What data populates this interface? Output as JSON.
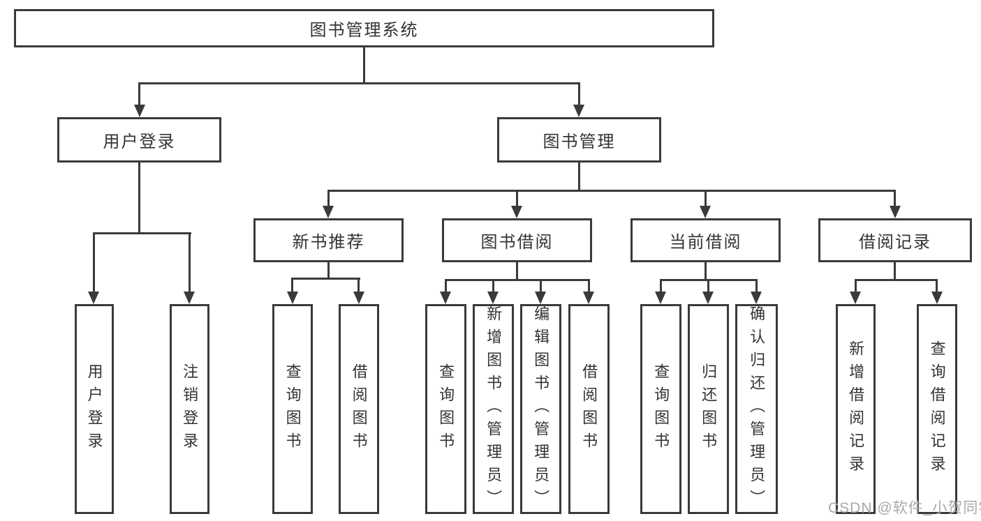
{
  "diagram": {
    "root": {
      "label": "图书管理系统"
    },
    "branches": {
      "user_login": {
        "label": "用户登录",
        "children": {
          "login": "用户登录",
          "logout": "注销登录"
        }
      },
      "book_mgmt": {
        "label": "图书管理"
      }
    },
    "sections": {
      "new_book": {
        "label": "新书推荐",
        "children": {
          "query": "查询图书",
          "borrow": "借阅图书"
        }
      },
      "book_borrow": {
        "label": "图书借阅",
        "children": {
          "query": "查询图书",
          "add": "新增图书（管理员）",
          "edit": "编辑图书（管理员）",
          "borrow": "借阅图书"
        }
      },
      "current_borrow": {
        "label": "当前借阅",
        "children": {
          "query": "查询图书",
          "return": "归还图书",
          "confirm": "确认归还（管理员）"
        }
      },
      "borrow_record": {
        "label": "借阅记录",
        "children": {
          "add": "新增借阅记录",
          "query": "查询借阅记录"
        }
      }
    }
  },
  "watermark": {
    "text": "CSDN @软件_小贺同学"
  },
  "colors": {
    "line": "#3a3a3a",
    "text": "#333333",
    "watermark": "#a9a9a9",
    "background": "#ffffff"
  }
}
